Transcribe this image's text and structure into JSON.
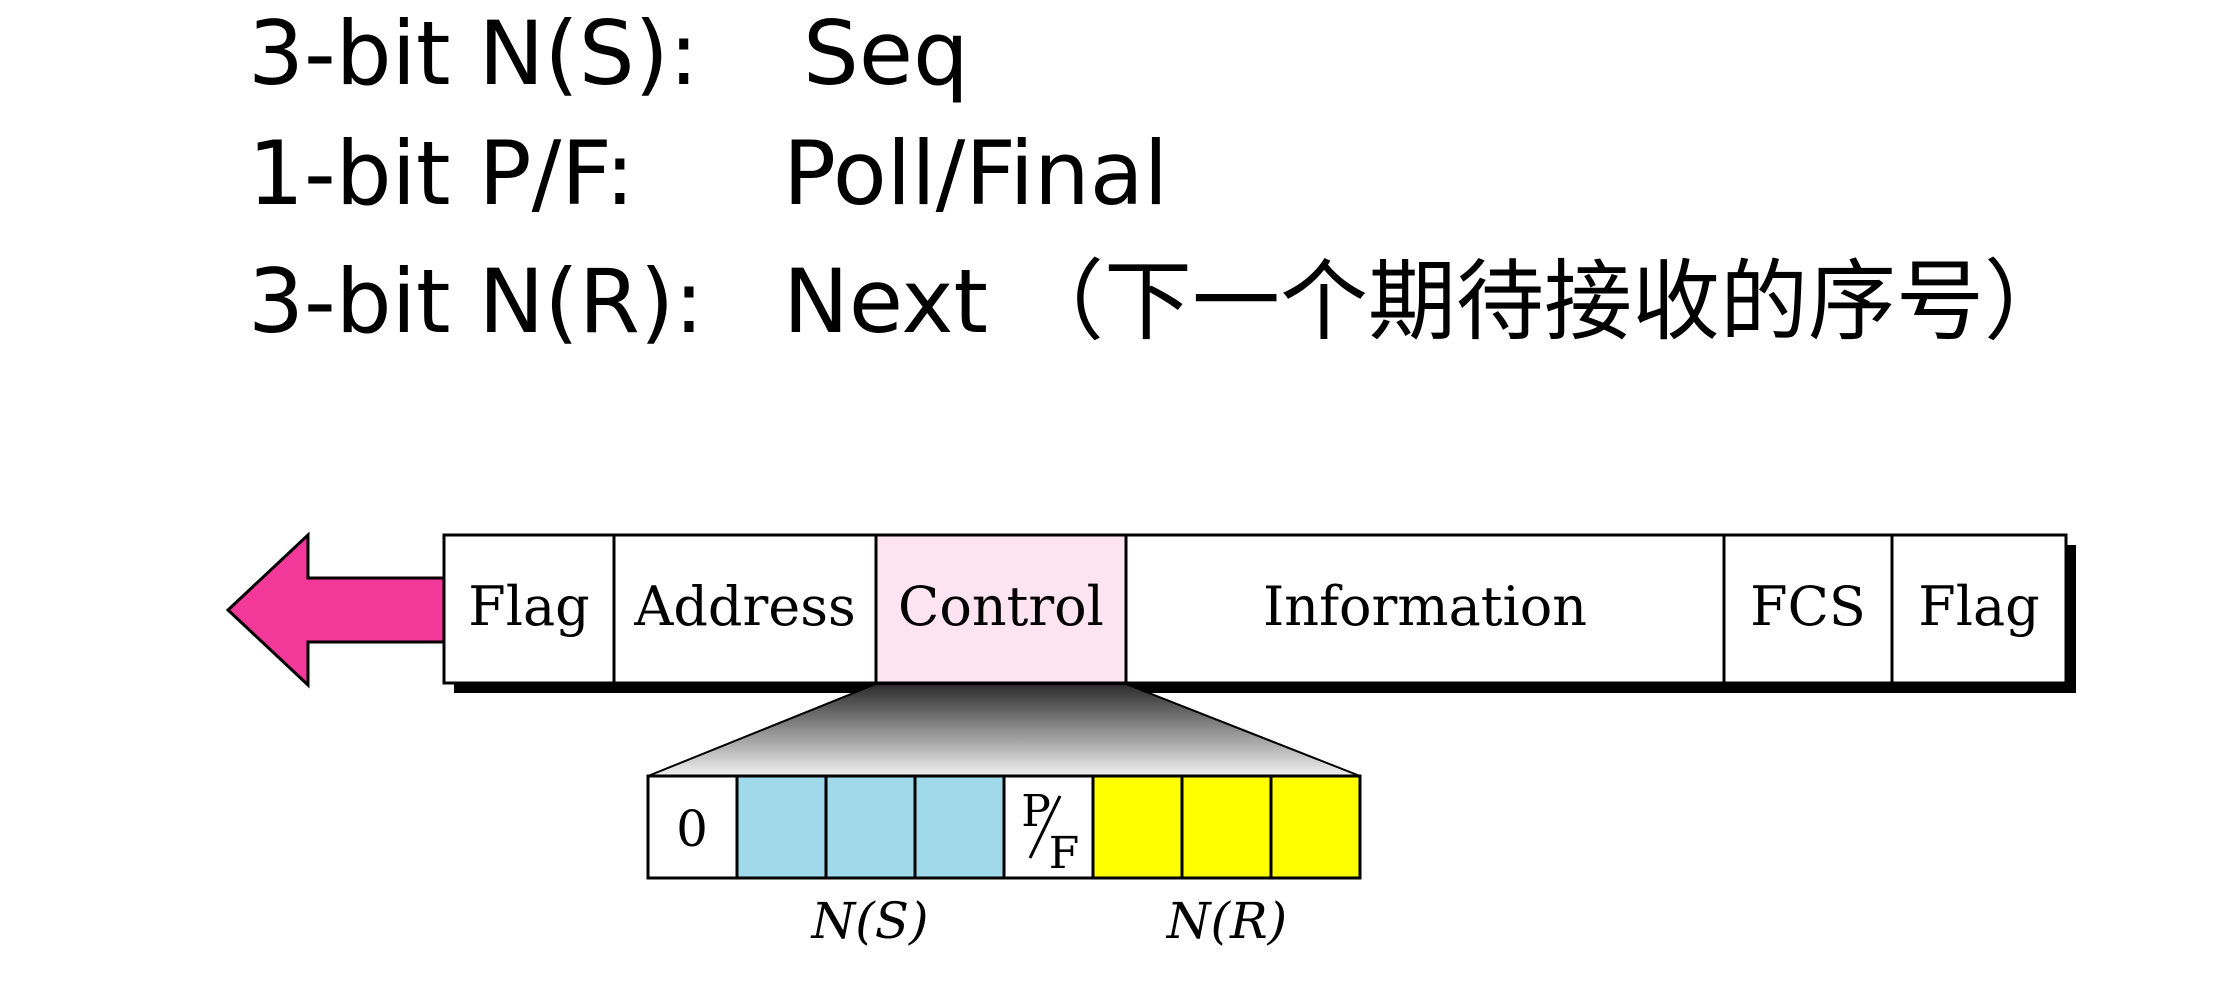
{
  "definitions": [
    {
      "label": "3-bit N(S):",
      "meaning": "Seq"
    },
    {
      "label": "1-bit P/F:",
      "meaning": "Poll/Final"
    },
    {
      "label": "3-bit N(R):",
      "meaning": "Next （下一个期待接收的序号）"
    }
  ],
  "frame": {
    "fields": [
      "Flag",
      "Address",
      "Control",
      "Information",
      "FCS",
      "Flag"
    ]
  },
  "control": {
    "first_bit": "0",
    "pf_p": "P",
    "pf_f": "F",
    "ns_label": "N(S)",
    "nr_label": "N(R)"
  },
  "colors": {
    "arrow": "#f2399a",
    "control_highlight": "#fde4f0",
    "ns_bits": "#9fd9ea",
    "nr_bits": "#ffff00"
  }
}
